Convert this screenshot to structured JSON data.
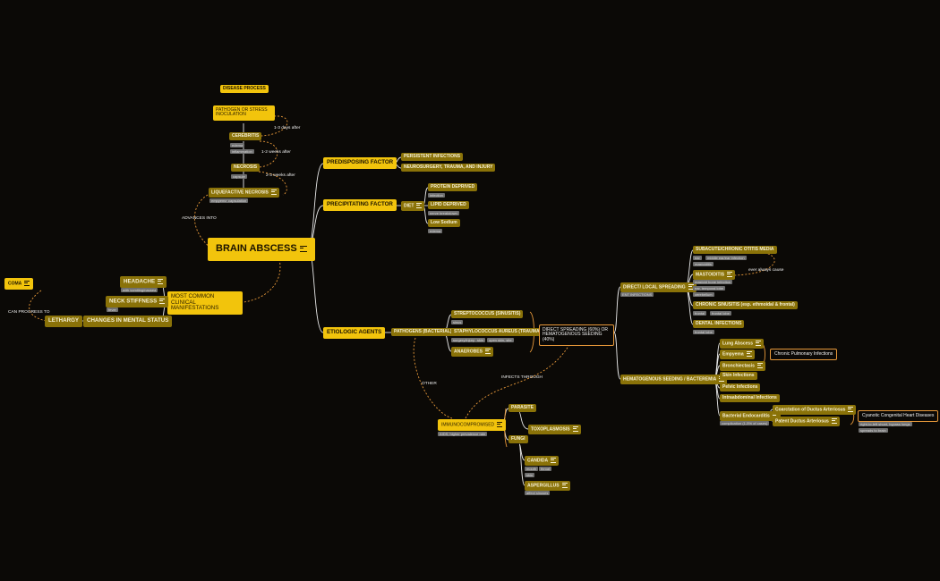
{
  "root": {
    "label": "BRAIN ABSCESS"
  },
  "header": {
    "label": "DISEASE PROCESS"
  },
  "process": {
    "pathogen": "PATHOGEN OR STRESS INOCULATION",
    "cerebritis": "CEREBRITIS",
    "necrosis": "NECROSIS",
    "liquefactive": "LIQUEFACTIVE NECROSIS",
    "to_cerebritis": "1-3 days after",
    "to_necrosis": "1-2 weeks after",
    "to_liquefactive": "2-3 weeks after",
    "advances": "ADVANCES INTO",
    "cerebritis_tags": [
      "edema",
      "inflammation"
    ],
    "necrosis_tags": [
      "capsule"
    ],
    "liquefactive_tags": [
      "empyema",
      "capsulation"
    ]
  },
  "manifestations": {
    "label": "MOST COMMON CLINICAL MANIFESTATIONS",
    "headache": "HEADACHE",
    "headache_tag": "with vomiting/nausea",
    "neck": "NECK STIFFNESS",
    "neck_tag": "fever",
    "mental": "CHANGES IN MENTAL STATUS",
    "lethargy": "LETHARGY",
    "progress": "CAN PROGRESS TO",
    "coma": "COMA"
  },
  "predisposing": {
    "label": "PREDISPOSING FACTOR",
    "items": [
      "PERSISTENT INFECTIONS",
      "NEUROSURGERY, TRAUMA, AND INJURY"
    ]
  },
  "precipitating": {
    "label": "PRECIPITATING FACTOR",
    "diet": "DIET",
    "protein": "PROTEIN DEPRIVED",
    "protein_tag": "infection",
    "lipid": "LIPID DEPRIVED",
    "lipid_tag": "nerve breakdown",
    "sodium": "Low Sodium",
    "sodium_tag": "edema"
  },
  "etiologic": {
    "label": "ETIOLOGIC AGENTS",
    "pathogens": "PATHOGENS (BACTERIAL)",
    "strep": "STREPTOCOCCUS (SINUSITIS)",
    "strep_tag": "sinus",
    "staph": "STAPHYLOCOCCUS AUREUS (TRAUMA)",
    "staph_tags": [
      "surgery/injury",
      "skin",
      "open skin, site"
    ],
    "anaerobes": "ANAEROBES",
    "spreading": "DIRECT SPREADING (60%) OR HEMATOGENOUS SEEDING (40%)",
    "other": "OTHER",
    "infects": "INFECTS THROUGH"
  },
  "immuno": {
    "label": "IMMUNOCOMPROMISED",
    "tag": "AIDS, higher prevalence rate",
    "parasite": "PARASITE",
    "toxo": "TOXOPLASMOSIS",
    "fungi": "FUNGI",
    "candida": "CANDIDA",
    "candida_tags": [
      "mouth",
      "throat",
      "skin"
    ],
    "aspergillus": "ASPERGILLUS",
    "aspergillus_tag": "affect sinuses"
  },
  "local": {
    "label": "DIRECT/ LOCAL SPREADING",
    "tag": "ENT INFECTIONS",
    "otitis": "SUBACUTE/CHRONIC OTITIS MEDIA",
    "otitis_tags": [
      "ear",
      "middle ear/ear infection",
      "mastoiditis"
    ],
    "mastoiditis": "MASTOIDITIS",
    "mastoid_tags": [
      "mastoid bone infection",
      "ear, temporal lobe",
      "cerebellum"
    ],
    "always": "ever always cause",
    "sinusitis": "CHRONIC SINUSITIS (esp. ethmoidal & frontal)",
    "sinus_tags": [
      "frontal",
      "frontal lobe"
    ],
    "dental": "DENTAL INFECTIONS",
    "dental_tag": "frontal lobe"
  },
  "hema": {
    "label": "HEMATOGENOUS SEEDING / BACTEREMIA",
    "lung": "Lung Abscess",
    "empyema": "Empyema",
    "bronch": "Bronchiectasis",
    "chronic": "Chronic Pulmonary Infections",
    "skin": "Skin Infections",
    "pelvic": "Pelvic Infections",
    "intra": "Intraabdominal Infections",
    "endo": "Bacterial Endocarditis",
    "endo_tag": "complication (1-5% of cases)",
    "coarc": "Coarctation of Ductus Arteriosus",
    "patent": "Patent Ductus Arteriosus",
    "cyanotic": "Cyanotic Congenital Heart Diseases",
    "cyanotic_tags": [
      "right-to-left shunt, bypass lungs",
      "spreads to brain"
    ]
  }
}
